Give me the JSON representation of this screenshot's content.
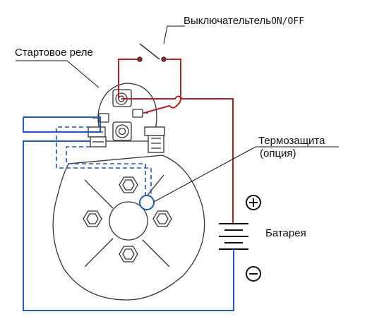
{
  "labels": {
    "switch": "Выключательтель",
    "switch_onoff": "ON/OFF",
    "relay": "Стартовое реле",
    "thermo": "Термозащита",
    "thermo_option": "(опция)",
    "battery": "Батарея"
  },
  "symbols": {
    "plus": "plus-terminal-icon",
    "minus": "minus-terminal-icon"
  },
  "colors": {
    "positive_wire": "#b22222",
    "negative_wire": "#2457b8",
    "outline": "#333333"
  }
}
